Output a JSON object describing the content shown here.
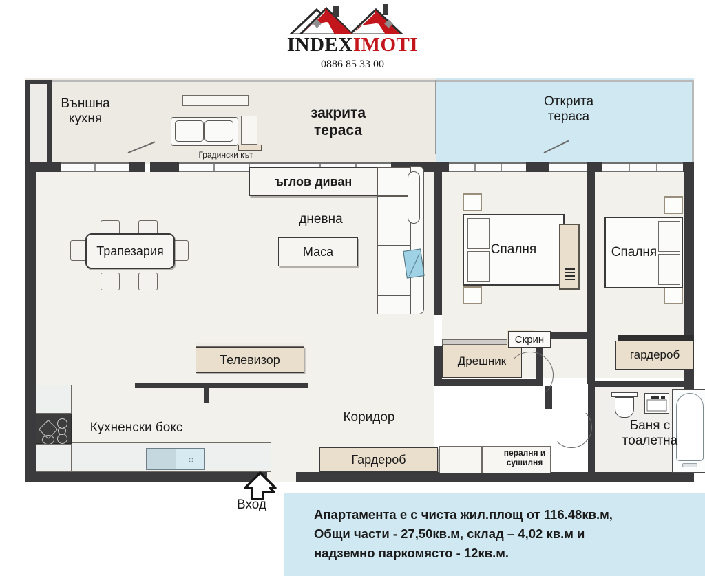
{
  "logo": {
    "brand_first": "INDEX",
    "brand_second": "IMOTI",
    "phone": "0886 85 33 00",
    "brand_first_color": "#1a1a1a",
    "brand_second_color": "#c3161c",
    "roof_color": "#c3161c"
  },
  "plan": {
    "outdoor_kitchen": "Външна\nкухня",
    "garden_corner": "Градински кът",
    "closed_terrace": "закрита\nтераса",
    "open_terrace": "Открита\nтераса",
    "corner_sofa": "ъглов диван",
    "living_room": "дневна",
    "table": "Маса",
    "dining_room": "Трапезария",
    "television": "Телевизор",
    "kitchenette": "Кухненски бокс",
    "corridor": "Коридор",
    "wardrobe_corridor": "Гардероб",
    "washer_dryer": "пералня и\nсушилня",
    "bedroom_left": "Спалня",
    "bedroom_right": "Спалня",
    "chest_of_drawers": "Скрин",
    "walk_in_closet": "Дрешник",
    "wardrobe_bedroom": "гардероб",
    "bathroom": "Баня с\nтоалетна",
    "entrance": "Вход"
  },
  "caption": {
    "line1": "Апартамента е с чиста жил.площ от 116.48кв.м,",
    "line2": "Общи части - 27,50кв.м, склад – 4,02 кв.м и",
    "line3": "надземно паркомясто  - 12кв.м.",
    "background": "#cfe8f1"
  },
  "colors": {
    "wall": "#3b3b3d",
    "room_fill": "#f3f1ec",
    "open_terrace_fill": "#cfe8f1",
    "closed_terrace_fill": "#edeae4",
    "beige_furniture": "#e9dfcc",
    "accent_blue": "#9ed2e4"
  }
}
